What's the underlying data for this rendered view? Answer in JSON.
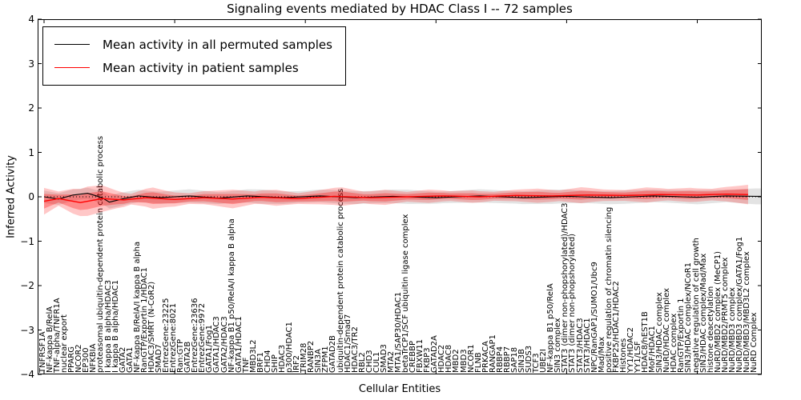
{
  "title": "Signaling events mediated by HDAC Class I -- 72 samples",
  "axes": {
    "ylabel": "Inferred Activity",
    "xlabel": "Cellular Entities",
    "yticks": [
      "4",
      "3",
      "2",
      "1",
      "0",
      "−1",
      "−2",
      "−3",
      "−4"
    ],
    "ytick_values": [
      4,
      3,
      2,
      1,
      0,
      -1,
      -2,
      -3,
      -4
    ]
  },
  "legend": {
    "items": [
      {
        "label": "Mean activity in all permuted samples",
        "color": "#000000"
      },
      {
        "label": "Mean activity in patient samples",
        "color": "#ff0000"
      }
    ]
  },
  "chart_data": {
    "type": "line",
    "title": "Signaling events mediated by HDAC Class I -- 72 samples",
    "xlabel": "Cellular Entities",
    "ylabel": "Inferred Activity",
    "ylim": [
      -4,
      4
    ],
    "grid": false,
    "legend_position": "upper left",
    "xtick_indices": [
      0,
      18,
      36,
      54,
      72,
      90
    ],
    "categories": [
      "TNFRSF1A",
      "NF-kappa B/RelA",
      "TNF-alpha/TNFR1A",
      "nuclear export",
      "PPARG",
      "NCOR2",
      "EP300",
      "NFKBIA",
      "proteasomal ubiquitin-dependent protein catabolic process",
      "I kappa B alpha/HDAC3",
      "I kappa B alpha/HDAC1",
      "GATA2",
      "GATA1",
      "NF-kappa B/RelA/I kappa B alpha",
      "RanGTP/Exportin 1/HDAC1",
      "HDAC3/SMRT (N-CoR2)",
      "SMAD7",
      "EntrezGene:23225",
      "EntrezGene:8021",
      "Ran:GTP",
      "GATA2B",
      "EntrezGene:23636",
      "EntrezGene:9972",
      "GATA1/Fog1",
      "GATA1/HDAC3",
      "GATA2/HDAC3",
      "NF-kappa B1 p50/RelA/I kappa B alpha",
      "GATA1/HDAC1",
      "TNF",
      "MBD3L2",
      "BRF1",
      "CHD4",
      "SHIP",
      "HDAC3",
      "p300/HDAC1",
      "IRF2",
      "TRIM28",
      "RANBP2",
      "SIN3A",
      "ZFPM1",
      "GATAD2B",
      "ubiquitin-dependent protein catabolic process",
      "HDAC1/Smad7",
      "HDAC3/TR2",
      "RBL2",
      "CHD3",
      "CUL1",
      "SMAD3",
      "MTA2",
      "MTA1/SAP30/HDAC1",
      "betaTrCP1/SCF ubiquitin ligase complex",
      "CREBBP",
      "FBXW11",
      "FKBP3",
      "GATAD2A",
      "HDAC2",
      "HDAC8",
      "MBD2",
      "MBD3",
      "NCOR1",
      "FLNB",
      "PRKACA",
      "RANGAP1",
      "RBBP4",
      "RBBP7",
      "SAP18",
      "SIN3B",
      "SUDS3",
      "TCF3",
      "UBE2I",
      "NF-kappa B1 p50/RelA",
      "SIN3 complex",
      "STAT3 (dimer non-phopshorylated)/HDAC3",
      "STAT3 (dimer non-phopshorylated)",
      "STAT3/HDAC3",
      "STAT3/HDAC1",
      "NPC/RanGAP1/SUMO1/Ubc9",
      "Mad/Max",
      "positive regulation of chromatin silencing",
      "FKBP25/HDAC1/HDAC2",
      "Histones",
      "YY1/HDAC2",
      "YY1/LSF",
      "HDAC8/hEST1B",
      "MoF/HDAC1",
      "SIN3/HDAC complex",
      "NuRD/HDAC complex",
      "HDAC complex",
      "RanGTP/Exportin 1",
      "SIN3/HDAC complex/NCoR1",
      "negative regulation of cell growth",
      "SIN3/HDAC complex/Mad/Max",
      "histone deacetylation",
      "NuRD/MBD2 complex (MeCP1)",
      "NuRD/MBD2/PRMT5 complex",
      "NuRD/MBD3 complex",
      "NuRD/MBD3 complex/GATA1/Fog1",
      "NuRD/MBD3/MBD3L2 complex",
      "NuRD Complex"
    ],
    "series": [
      {
        "name": "Mean activity in all permuted samples",
        "color": "#000000",
        "end_index": 98,
        "extend_to_right_edge": true,
        "control_points": [
          [
            0,
            0.0
          ],
          [
            2,
            -0.05
          ],
          [
            4,
            0.04
          ],
          [
            6,
            0.08
          ],
          [
            8,
            -0.02
          ],
          [
            9,
            -0.12
          ],
          [
            11,
            -0.04
          ],
          [
            13,
            0.02
          ],
          [
            16,
            -0.02
          ],
          [
            20,
            0.02
          ],
          [
            24,
            -0.03
          ],
          [
            28,
            0.02
          ],
          [
            33,
            -0.02
          ],
          [
            38,
            0.02
          ],
          [
            43,
            -0.02
          ],
          [
            48,
            0.01
          ],
          [
            54,
            -0.02
          ],
          [
            60,
            0.02
          ],
          [
            66,
            -0.02
          ],
          [
            72,
            0.01
          ],
          [
            78,
            -0.02
          ],
          [
            84,
            0.02
          ],
          [
            90,
            -0.01
          ],
          [
            94,
            0.02
          ],
          [
            98,
            0.01
          ]
        ]
      },
      {
        "name": "Mean activity in patient samples",
        "color": "#ff0000",
        "end_index": 97,
        "extend_to_right_edge": false,
        "control_points": [
          [
            0,
            -0.1
          ],
          [
            2,
            -0.04
          ],
          [
            5,
            -0.13
          ],
          [
            8,
            -0.04
          ],
          [
            11,
            -0.07
          ],
          [
            14,
            -0.02
          ],
          [
            18,
            -0.06
          ],
          [
            22,
            -0.02
          ],
          [
            26,
            -0.05
          ],
          [
            30,
            -0.01
          ],
          [
            35,
            -0.04
          ],
          [
            40,
            0.01
          ],
          [
            45,
            -0.02
          ],
          [
            50,
            0.0
          ],
          [
            55,
            0.02
          ],
          [
            60,
            0.0
          ],
          [
            65,
            0.03
          ],
          [
            70,
            0.02
          ],
          [
            75,
            0.04
          ],
          [
            80,
            0.03
          ],
          [
            85,
            0.05
          ],
          [
            90,
            0.04
          ],
          [
            94,
            0.06
          ],
          [
            97,
            0.05
          ]
        ]
      }
    ],
    "bands": [
      {
        "name": "permuted samples std band",
        "center_series": 0,
        "color": "rgba(0,0,0,0.11)",
        "end_index": 98,
        "extend_to_right_edge": true,
        "half_width_points": [
          [
            0,
            0.14
          ],
          [
            5,
            0.12
          ],
          [
            10,
            0.15
          ],
          [
            15,
            0.13
          ],
          [
            20,
            0.15
          ],
          [
            25,
            0.13
          ],
          [
            30,
            0.16
          ],
          [
            35,
            0.13
          ],
          [
            40,
            0.15
          ],
          [
            45,
            0.14
          ],
          [
            50,
            0.16
          ],
          [
            55,
            0.13
          ],
          [
            60,
            0.15
          ],
          [
            65,
            0.14
          ],
          [
            70,
            0.16
          ],
          [
            75,
            0.14
          ],
          [
            80,
            0.15
          ],
          [
            85,
            0.14
          ],
          [
            90,
            0.16
          ],
          [
            94,
            0.14
          ],
          [
            98,
            0.18
          ]
        ]
      },
      {
        "name": "patient samples std band outer",
        "center_series": 1,
        "color": "rgba(255,0,0,0.22)",
        "end_index": 97,
        "extend_to_right_edge": false,
        "half_width_points": [
          [
            0,
            0.3
          ],
          [
            2,
            0.16
          ],
          [
            4,
            0.28
          ],
          [
            6,
            0.33
          ],
          [
            8,
            0.3
          ],
          [
            10,
            0.2
          ],
          [
            12,
            0.12
          ],
          [
            15,
            0.24
          ],
          [
            17,
            0.18
          ],
          [
            20,
            0.12
          ],
          [
            23,
            0.16
          ],
          [
            26,
            0.21
          ],
          [
            29,
            0.14
          ],
          [
            32,
            0.18
          ],
          [
            35,
            0.12
          ],
          [
            38,
            0.16
          ],
          [
            41,
            0.21
          ],
          [
            44,
            0.13
          ],
          [
            47,
            0.17
          ],
          [
            50,
            0.11
          ],
          [
            53,
            0.15
          ],
          [
            56,
            0.11
          ],
          [
            59,
            0.14
          ],
          [
            62,
            0.1
          ],
          [
            65,
            0.13
          ],
          [
            68,
            0.16
          ],
          [
            71,
            0.12
          ],
          [
            74,
            0.18
          ],
          [
            77,
            0.13
          ],
          [
            80,
            0.12
          ],
          [
            83,
            0.17
          ],
          [
            86,
            0.13
          ],
          [
            89,
            0.16
          ],
          [
            92,
            0.13
          ],
          [
            95,
            0.18
          ],
          [
            97,
            0.22
          ]
        ]
      },
      {
        "name": "patient samples std band inner",
        "center_series": 1,
        "color": "rgba(255,0,0,0.30)",
        "end_index": 97,
        "extend_to_right_edge": false,
        "scale_of_band": 1,
        "half_width_scale": 0.55,
        "half_width_points": [
          [
            0,
            0.3
          ],
          [
            2,
            0.16
          ],
          [
            4,
            0.28
          ],
          [
            6,
            0.33
          ],
          [
            8,
            0.3
          ],
          [
            10,
            0.2
          ],
          [
            12,
            0.12
          ],
          [
            15,
            0.24
          ],
          [
            17,
            0.18
          ],
          [
            20,
            0.12
          ],
          [
            23,
            0.16
          ],
          [
            26,
            0.21
          ],
          [
            29,
            0.14
          ],
          [
            32,
            0.18
          ],
          [
            35,
            0.12
          ],
          [
            38,
            0.16
          ],
          [
            41,
            0.21
          ],
          [
            44,
            0.13
          ],
          [
            47,
            0.17
          ],
          [
            50,
            0.11
          ],
          [
            53,
            0.15
          ],
          [
            56,
            0.11
          ],
          [
            59,
            0.14
          ],
          [
            62,
            0.1
          ],
          [
            65,
            0.13
          ],
          [
            68,
            0.16
          ],
          [
            71,
            0.12
          ],
          [
            74,
            0.18
          ],
          [
            77,
            0.13
          ],
          [
            80,
            0.12
          ],
          [
            83,
            0.17
          ],
          [
            86,
            0.13
          ],
          [
            89,
            0.16
          ],
          [
            92,
            0.13
          ],
          [
            95,
            0.18
          ],
          [
            97,
            0.22
          ]
        ]
      }
    ],
    "zero_line": {
      "value": 0,
      "style": "dotted",
      "color": "#000000"
    }
  }
}
